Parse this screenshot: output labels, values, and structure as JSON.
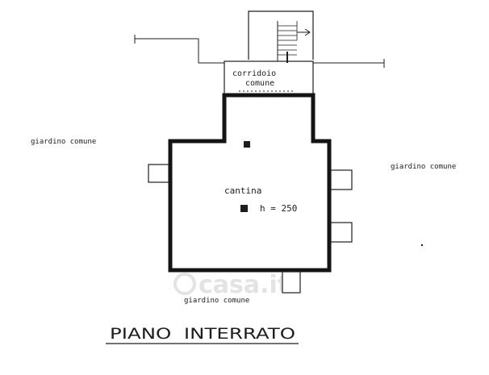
{
  "plan": {
    "rooms": {
      "corridor_line1": "corridoio",
      "corridor_line2": "comune",
      "cellar_name": "cantina",
      "cellar_height": "h = 250"
    },
    "garden_labels": {
      "left": "giardino comune",
      "right": "giardino comune",
      "bottom": "giardino comune"
    },
    "floor_title": "PIANO  INTERRATO",
    "watermark": "casa.it"
  },
  "colors": {
    "ink": "#1e1e1e",
    "wall": "#141414",
    "watermark": "#e3e3e3"
  }
}
